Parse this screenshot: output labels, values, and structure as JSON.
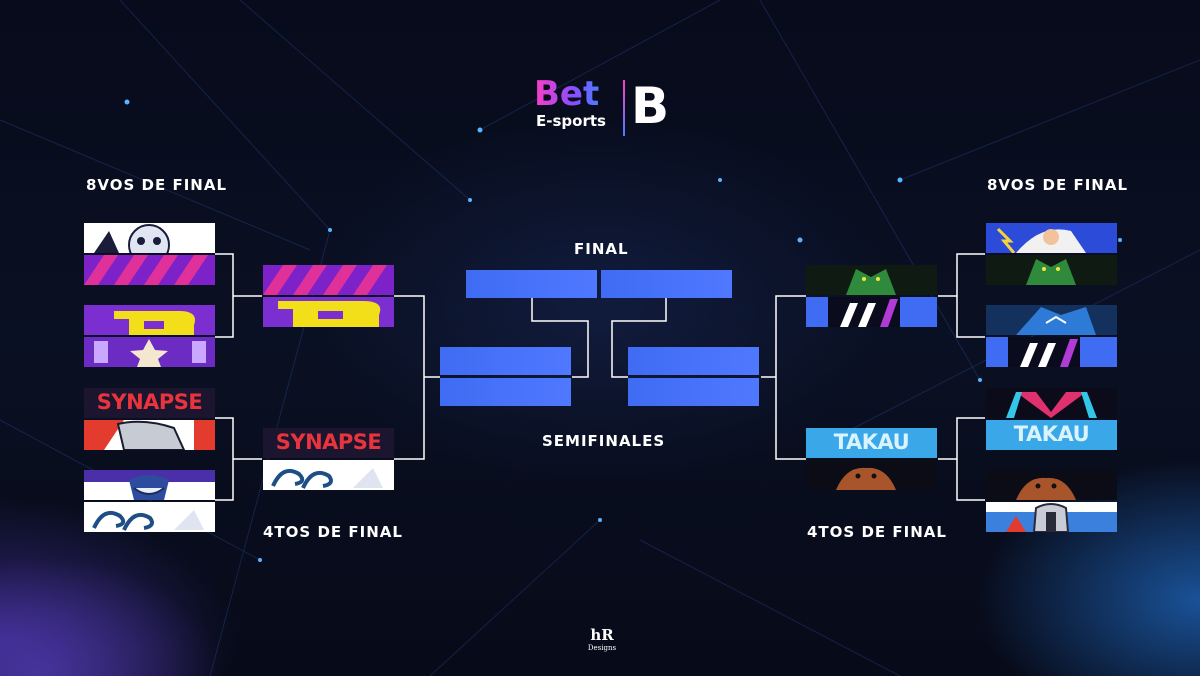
{
  "brand": {
    "name_top": "Bet",
    "name_bottom": "E-sports",
    "mark": "B"
  },
  "rounds": {
    "round_of_16_left": "8VOS DE FINAL",
    "round_of_16_right": "8VOS DE FINAL",
    "quarterfinals_left": "4TOS DE FINAL",
    "quarterfinals_right": "4TOS DE FINAL",
    "final": "FINAL",
    "semifinals": "SEMIFINALES"
  },
  "teams": {
    "synapse": "SYNAPSE",
    "takau": "TAKAU"
  },
  "left_bracket": {
    "round_of_16": [
      "team-white-ghost",
      "team-pink-stripes",
      "team-yellow-b",
      "team-purple-star",
      "team-synapse",
      "team-knight-mask",
      "team-bearded-wizard",
      "team-blue-swirl"
    ],
    "quarterfinals": [
      "team-pink-stripes",
      "team-yellow-b",
      "team-synapse",
      "team-blue-swirl"
    ]
  },
  "right_bracket": {
    "round_of_16": [
      "team-zeus",
      "team-green-dragon",
      "team-blue-wolf",
      "team-slash-logo",
      "team-pink-crystal",
      "team-takau",
      "team-otter",
      "team-spartan"
    ],
    "quarterfinals": [
      "team-green-dragon",
      "team-slash-logo",
      "team-takau",
      "team-otter"
    ]
  },
  "credit": {
    "mark": "hR",
    "sub": "Designs"
  },
  "colors": {
    "background": "#070b1b",
    "slot_blue": "#4a74fa",
    "connector": "#ffffff",
    "brand_pink": "#ff3cc6",
    "brand_blue": "#4f7bff"
  }
}
